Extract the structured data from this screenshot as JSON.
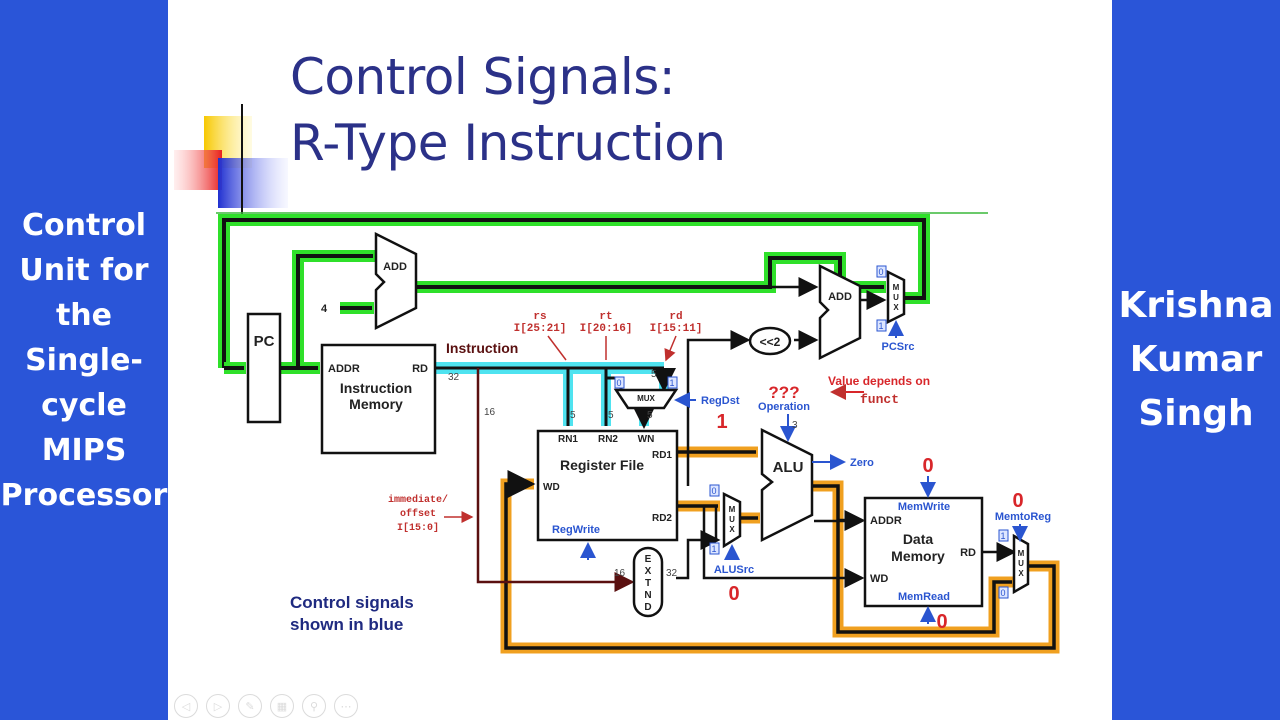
{
  "left_panel": {
    "text": "Control\nUnit for\nthe\nSingle-\ncycle\nMIPS\nProcessor"
  },
  "right_panel": {
    "text": "Krishna\nKumar\nSingh"
  },
  "slide": {
    "title_line1": "Control Signals:",
    "title_line2": "R-Type Instruction",
    "note": "Control signals\nshown in blue"
  },
  "diagram": {
    "pc": "PC",
    "add_top": "ADD",
    "add_right": "ADD",
    "const_four": "4",
    "imem_addr": "ADDR",
    "imem_rd": "RD",
    "imem_name1": "Instruction",
    "imem_name2": "Memory",
    "instruction_label": "Instruction",
    "bus_width_32": "32",
    "bus_width_16": "16",
    "rs_name": "rs",
    "rs_bits": "I[25:21]",
    "rt_name": "rt",
    "rt_bits": "I[20:16]",
    "rd_name": "rd",
    "rd_bits": "I[15:11]",
    "width5": "5",
    "mux_label": "MUX",
    "mux_v": [
      "M",
      "U",
      "X"
    ],
    "in0": "0",
    "in1": "1",
    "regdst": "RegDst",
    "regdst_value": "1",
    "shift": "<<2",
    "pcsrc": "PCSrc",
    "unknown": "???",
    "value_note1": "Value depends on",
    "value_note2": "funct",
    "operation": "Operation",
    "op_width": "3",
    "rf_rn1": "RN1",
    "rf_rn2": "RN2",
    "rf_wn": "WN",
    "rf_rd1": "RD1",
    "rf_rd2": "RD2",
    "rf_wd": "WD",
    "rf_name": "Register File",
    "regwrite": "RegWrite",
    "alu": "ALU",
    "zero": "Zero",
    "alusrc": "ALUSrc",
    "alusrc_value": "0",
    "imm1": "immediate/",
    "imm2": "offset",
    "imm3": "I[15:0]",
    "extnd": [
      "E",
      "X",
      "T",
      "N",
      "D"
    ],
    "ext_in": "16",
    "ext_out": "32",
    "dm_addr": "ADDR",
    "dm_wd": "WD",
    "dm_rd": "RD",
    "dm_name1": "Data",
    "dm_name2": "Memory",
    "memwrite": "MemWrite",
    "memwrite_value": "0",
    "memread": "MemRead",
    "memread_value": "0",
    "memtoreg": "MemtoReg",
    "memtoreg_value": "0"
  },
  "colors": {
    "side_panel": "#2a55d8",
    "title": "#2b3188",
    "control_signal": "#2a55d0",
    "value_red": "#d8262a",
    "path_green": "#2fe02a",
    "path_cyan": "#4fe3f0",
    "path_orange": "#f0a020"
  },
  "toolbar": {
    "buttons": [
      "previous",
      "next",
      "pen",
      "slides",
      "zoom",
      "more"
    ]
  }
}
